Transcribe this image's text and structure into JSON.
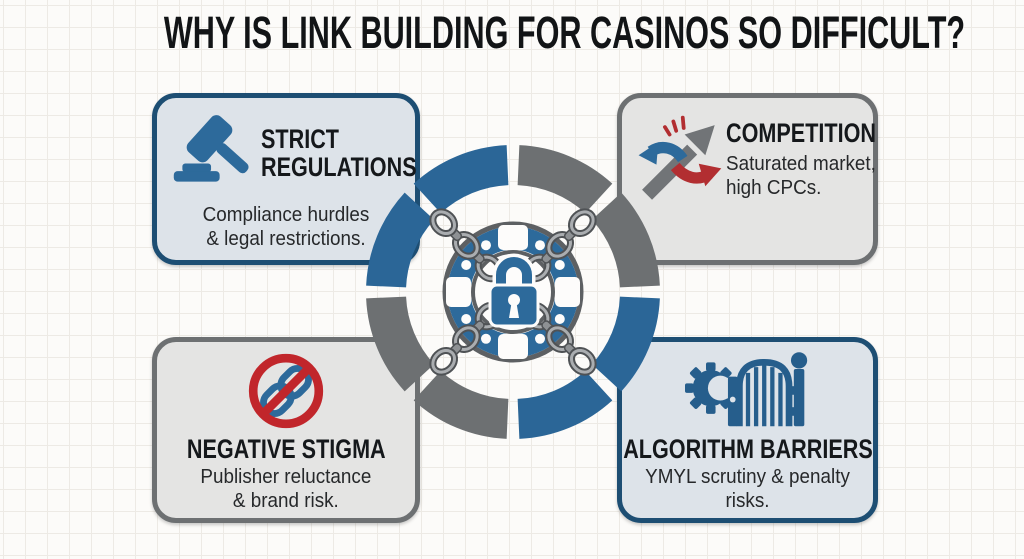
{
  "title": "WHY IS LINK BUILDING FOR CASINOS SO DIFFICULT?",
  "cards": {
    "strict_regulations": {
      "icon": "gavel-icon",
      "heading_line1": "STRICT",
      "heading_line2": "REGULATIONS",
      "body_line1": "Compliance hurdles",
      "body_line2": "& legal restrictions."
    },
    "competition": {
      "icon": "competition-arrows-icon",
      "heading": "COMPETITION",
      "body_line1": "Saturated market,",
      "body_line2": "high CPCs."
    },
    "negative_stigma": {
      "icon": "no-link-icon",
      "heading": "NEGATIVE STIGMA",
      "body_line1": "Publisher reluctance",
      "body_line2": "& brand risk."
    },
    "algorithm_barriers": {
      "icon": "gear-gate-icon",
      "heading": "ALGORITHM BARRIERS",
      "body": "YMYL scrutiny & penalty risks."
    }
  },
  "center": {
    "icon": "chained-padlock-casino-chip-icon"
  },
  "colors": {
    "steel_blue": "#2d6a9b",
    "navy_border": "#1d4e73",
    "gray": "#6d7072",
    "red": "#c1262b",
    "card_blue_fill": "#dde3e9",
    "card_gray_fill": "#e4e4e3",
    "background": "#fcfbf9",
    "title_text": "#121416"
  }
}
